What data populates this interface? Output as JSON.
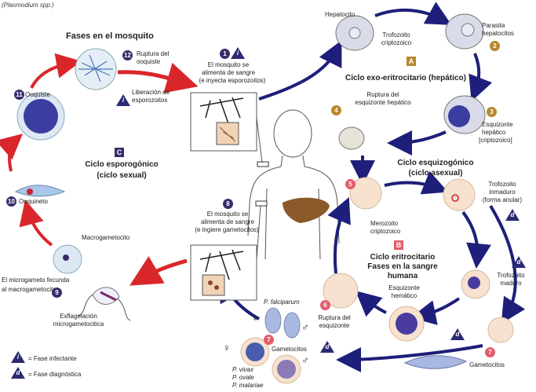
{
  "header": {
    "species": "(Plasmodium spp.)"
  },
  "mosquito": {
    "title": "Fases en el mosquito",
    "cycle_title": "Ciclo esporogónico",
    "cycle_sub": "(ciclo sexual)",
    "cycle_letter": "C"
  },
  "steps": {
    "s1": {
      "num": "1",
      "line1": "El mosquito se",
      "line2": "alimenta de sangre",
      "line3": "(e inyecta esporozoitos)"
    },
    "s2": {
      "num": "2",
      "line1": "Parasita",
      "line2": "hepatocitos"
    },
    "s3": {
      "num": "3",
      "line1": "Esquizonte",
      "line2": "hepático",
      "line3": "[criptozoico]"
    },
    "s4": {
      "num": "4",
      "line1": "Ruptura del",
      "line2": "esquizonte hepático"
    },
    "s5": {
      "num": "5"
    },
    "s6": {
      "num": "6",
      "line1": "Ruptura del",
      "line2": "esquizonte"
    },
    "s7a": {
      "num": "7",
      "label": "Gametocitos"
    },
    "s7b": {
      "num": "7",
      "label": "Gametocitos"
    },
    "s8": {
      "num": "8",
      "line1": "El mosquito se",
      "line2": "alimenta de sangre",
      "line3": "(e ingiere gametocitos)"
    },
    "s9": {
      "num": "9",
      "line1": "El microgameto fecunda",
      "line2": "al macrogametocito"
    },
    "s10": {
      "num": "10",
      "label": "Ooquineto"
    },
    "s11": {
      "num": "11",
      "label": "Ooquiste"
    },
    "s12": {
      "num": "12",
      "line1": "Ruptura del",
      "line2": "ooquiste"
    }
  },
  "labels": {
    "hepatocito": "Hepatocito",
    "trofozoito_cripto_1": "Trofozoito",
    "trofozoito_cripto_2": "criptozoico",
    "liberacion_1": "Liberación de",
    "liberacion_2": "esporozoitos",
    "macrogametocito": "Macrogametocito",
    "exflagelacion_1": "Exflagelación",
    "exflagelacion_2": "microgametocitica",
    "merozoito_1": "Merozoito",
    "merozoito_2": "criptozoico",
    "trof_inmaduro_1": "Trofozoito",
    "trof_inmaduro_2": "inmaduro",
    "trof_inmaduro_3": "(forma anular)",
    "trof_maduro_1": "Trofozoito",
    "trof_maduro_2": "maduro",
    "esq_hematico_1": "Esquizonte",
    "esq_hematico_2": "hemático",
    "p_falciparum": "P. falciparum",
    "p_vivax": "P. vivax",
    "p_ovale": "P. ovale",
    "p_malariae": "P. malariae",
    "female": "♀",
    "male": "♂"
  },
  "cycles": {
    "exo": {
      "letter": "A",
      "title": "Ciclo exo-eritrocitario (hepático)"
    },
    "esq": {
      "line1": "Ciclo esquizogónico",
      "line2": "(ciclo asexual)"
    },
    "eri": {
      "letter": "B",
      "line1": "Ciclo eritrocitario",
      "line2": "Fases en la sangre",
      "line3": "humana"
    }
  },
  "legend": {
    "infectante_symbol": "i",
    "infectante": "= Fase infectante",
    "diagnostica_symbol": "d",
    "diagnostica": "= Fase diagnóstica"
  },
  "colors": {
    "red_arrow": "#d9262b",
    "blue_arrow": "#1d1f7a",
    "badge": "#3a2b6e",
    "liver": "#8b5a2b",
    "parasite": "#4a3c9e",
    "cell": "#f6e2cf"
  }
}
